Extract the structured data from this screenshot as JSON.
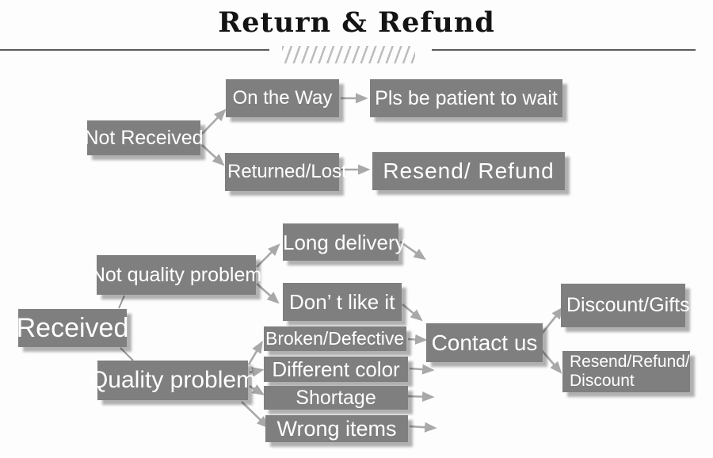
{
  "header": {
    "title": "Return & Refund"
  },
  "flowchart": {
    "not_received": {
      "label": "Not Received"
    },
    "on_the_way": {
      "label": "On the Way"
    },
    "pls_be_patient": {
      "label": "Pls be patient to wait"
    },
    "returned_lost": {
      "label": "Returned/Lost"
    },
    "resend_refund": {
      "label": "Resend/ Refund"
    },
    "received": {
      "label": "Received"
    },
    "not_quality_problem": {
      "label": "Not quality problem"
    },
    "long_delivery": {
      "label": "Long delivery"
    },
    "dont_like_it": {
      "label": "Don’ t like it"
    },
    "quality_problem": {
      "label": "Quality problem"
    },
    "broken_defective": {
      "label": "Broken/Defective"
    },
    "different_color": {
      "label": "Different color"
    },
    "shortage": {
      "label": "Shortage"
    },
    "wrong_items": {
      "label": "Wrong items"
    },
    "contact_us": {
      "label": "Contact us"
    },
    "discount_gifts": {
      "label": "Discount/Gifts"
    },
    "resend_refund_discount": {
      "line1": "Resend/Refund/",
      "line2": "Discount"
    }
  },
  "colors": {
    "box_bg": "#7f7f7f",
    "box_text": "#ffffff",
    "arrow_color": "#a8a8a8",
    "line_color": "#9a9a9a",
    "rule_color": "#5a5a5a",
    "hatch_color": "#bdbdbd",
    "title_color": "#141414",
    "page_bg": "#fdfdfd"
  }
}
